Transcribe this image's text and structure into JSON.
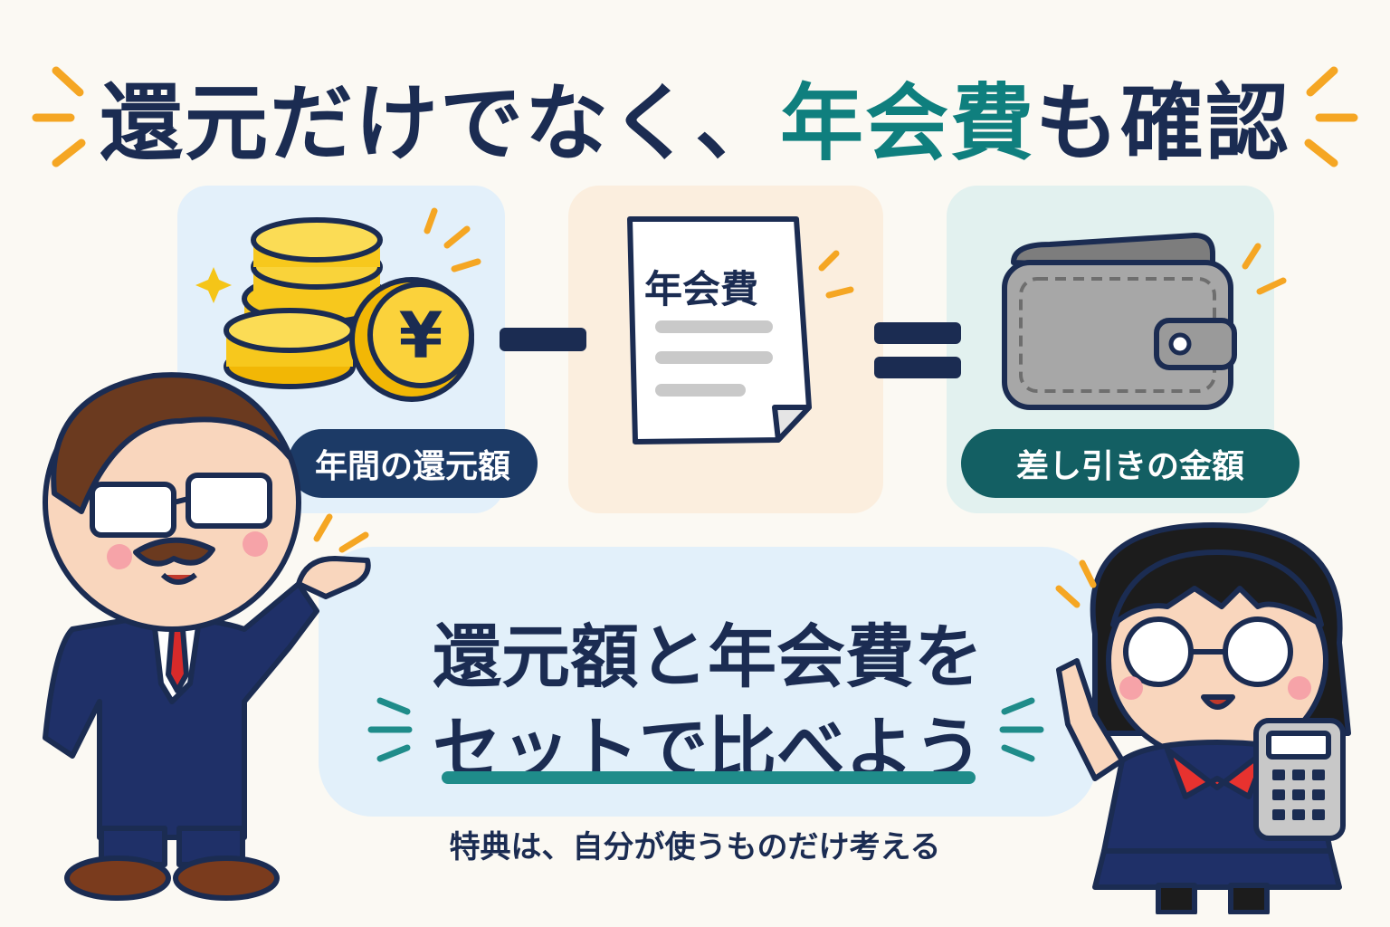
{
  "title": {
    "part1": "還元だけでなく、",
    "highlight": "年会費",
    "part2": "も確認"
  },
  "panels": {
    "coins_label": "年間の還元額",
    "coin_symbol": "¥",
    "document_title": "年会費",
    "wallet_label": "差し引きの金額"
  },
  "message": {
    "line1": "還元額と年会費を",
    "line2": "セットで比べよう"
  },
  "note": "特典は、自分が使うものだけ考える",
  "colors": {
    "navy": "#1b2c52",
    "teal": "#0f7f7e",
    "accent_orange": "#f5a623"
  },
  "icons": [
    "coins-yen-icon",
    "document-icon",
    "wallet-icon",
    "minus-operator",
    "equals-operator",
    "sparkle-icon"
  ]
}
